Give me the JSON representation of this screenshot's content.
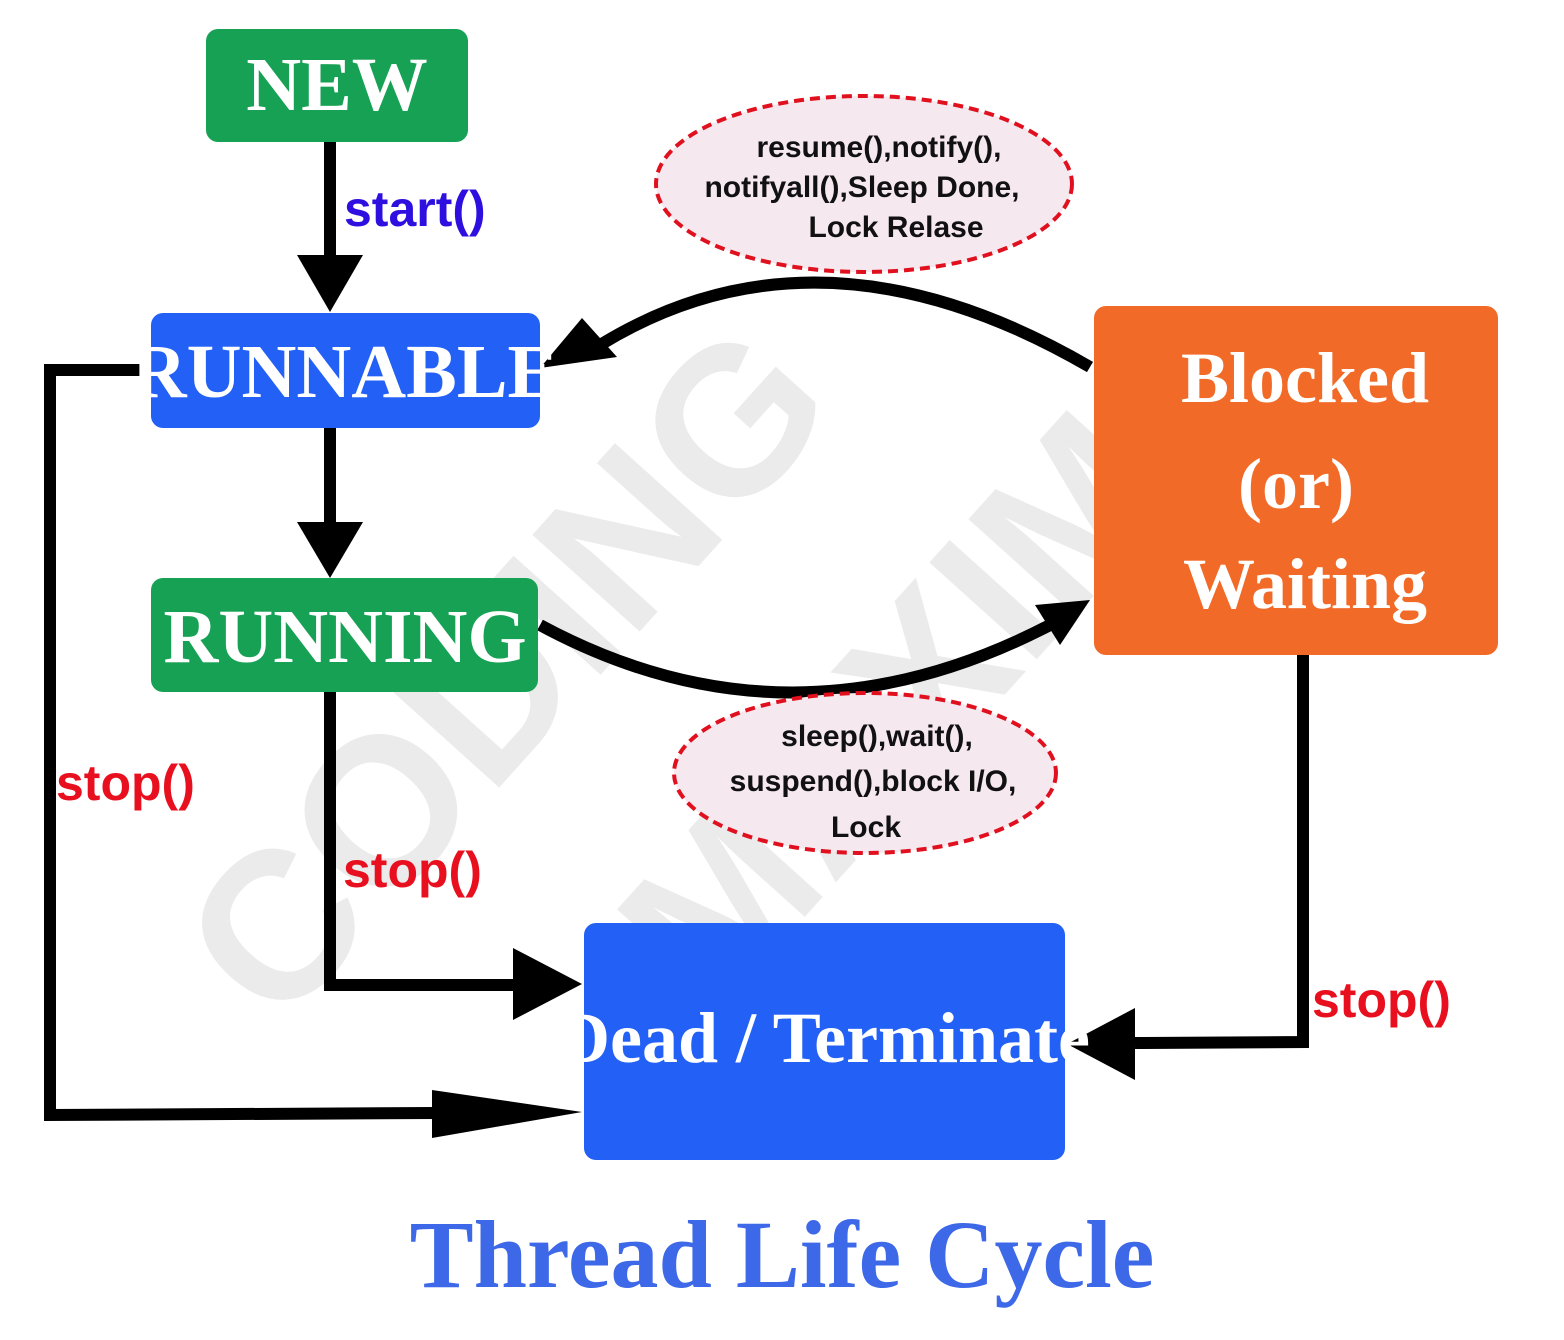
{
  "colors": {
    "green": "#17A154",
    "blue": "#2360F5",
    "orange": "#F26A27",
    "start_label": "#2D10E0",
    "stop_label": "#E8101E",
    "title": "#3D68E8",
    "bubble_fill": "#F5E8EE",
    "bubble_border": "#E0101E"
  },
  "states": {
    "new": "NEW",
    "runnable": "RUNNABLE",
    "running": "RUNNING",
    "blocked": [
      "Blocked",
      "(or)",
      "Waiting"
    ],
    "dead": "Dead / Terminate"
  },
  "transitions": {
    "start": "start()",
    "stop_runnable": "stop()",
    "stop_running": "stop()",
    "stop_blocked": "stop()"
  },
  "notes": {
    "resume": [
      "resume(),notify(),",
      "notifyall(),Sleep Done,",
      "Lock Relase"
    ],
    "sleep": [
      "sleep(),wait(),",
      "suspend(),block I/O,",
      "Lock"
    ]
  },
  "watermark": [
    "CODING",
    "MAXIMA"
  ],
  "title": "Thread Life Cycle"
}
